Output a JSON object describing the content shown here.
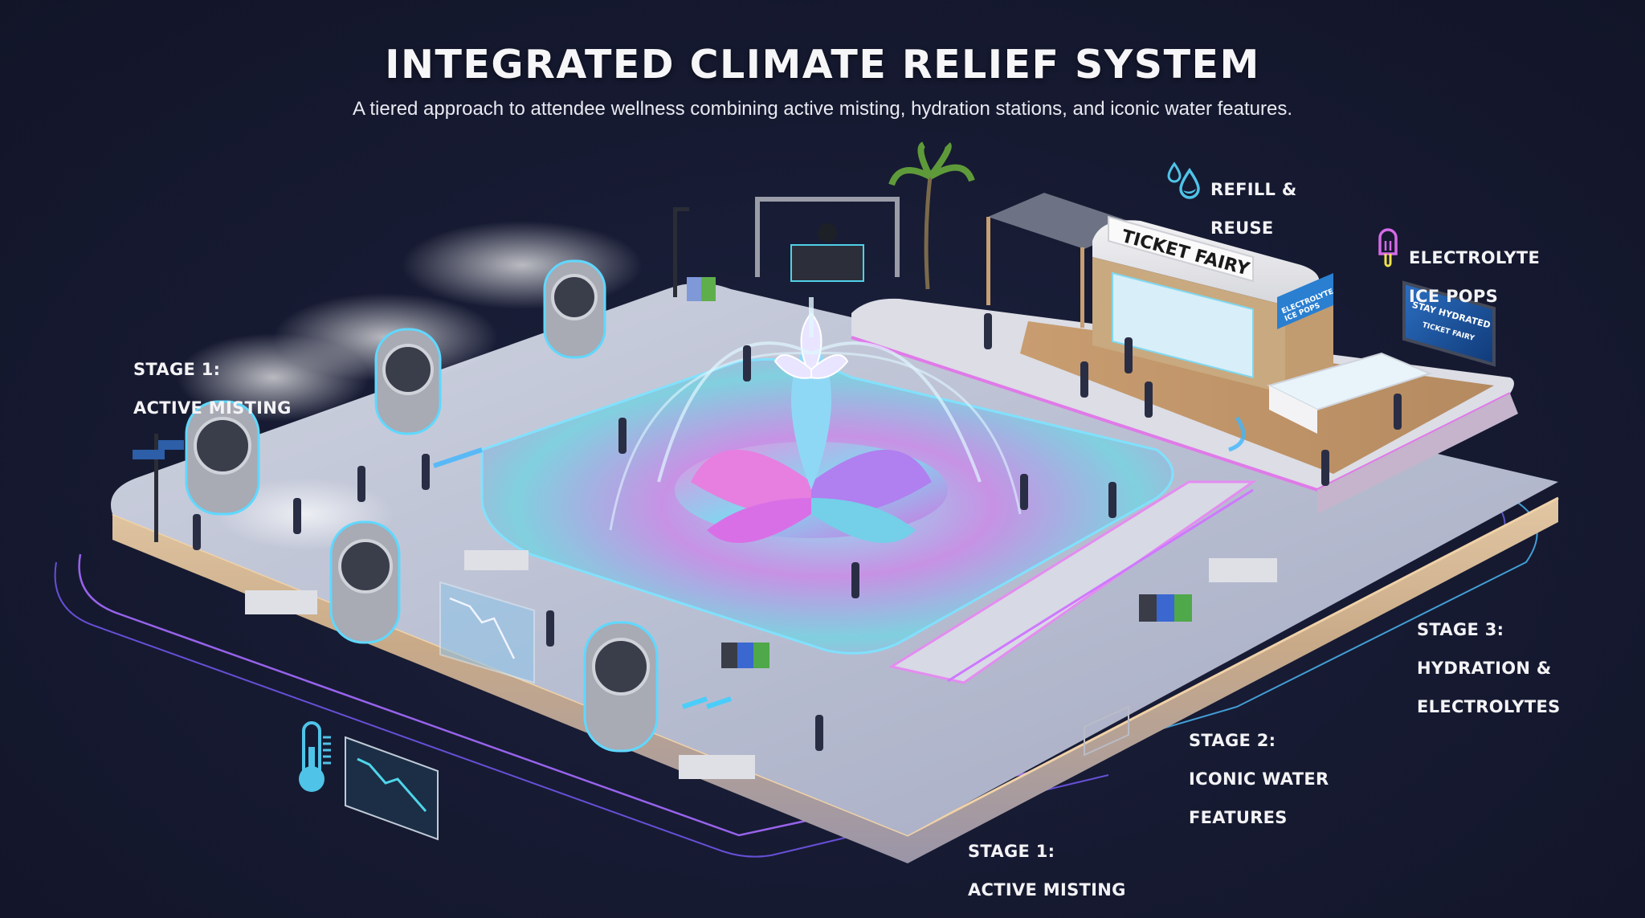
{
  "header": {
    "title": "INTEGRATED CLIMATE RELIEF SYSTEM",
    "subtitle": "A tiered approach to attendee wellness combining active misting, hydration stations, and iconic water features."
  },
  "callouts": {
    "refill": {
      "line1": "REFILL &",
      "line2": "REUSE",
      "icon": "water-drops-icon",
      "color": "#4fc3e8"
    },
    "ice_pops": {
      "line1": "ELECTROLYTE",
      "line2": "ICE POPS",
      "icon": "ice-pop-icon",
      "color": "#d46ae6"
    },
    "stage1_top": {
      "line1": "STAGE 1:",
      "line2": "ACTIVE MISTING"
    },
    "stage3": {
      "line1": "STAGE 3:",
      "line2": "HYDRATION &",
      "line3": "ELECTROLYTES"
    },
    "stage2": {
      "line1": "STAGE 2:",
      "line2": "ICONIC WATER",
      "line3": "FEATURES"
    },
    "stage1_bottom": {
      "line1": "STAGE 1:",
      "line2": "ACTIVE MISTING"
    }
  },
  "scene": {
    "kiosk_sign": "TICKET FAIRY",
    "kiosk_side_panel": "ELECTROLYTE ICE POPS",
    "screen_line1": "STAY HYDRATED",
    "screen_line2": "TICKET FAIRY",
    "thermometer_icon": "thermometer-icon",
    "temperature_chart_icon": "temperature-drop-chart-icon"
  },
  "colors": {
    "background": "#161a31",
    "neon_cyan": "#3fd0f5",
    "neon_purple": "#b36bff",
    "neon_pink": "#e07ae8",
    "platform": "#c9ccd8",
    "wood": "#d8b58a"
  }
}
